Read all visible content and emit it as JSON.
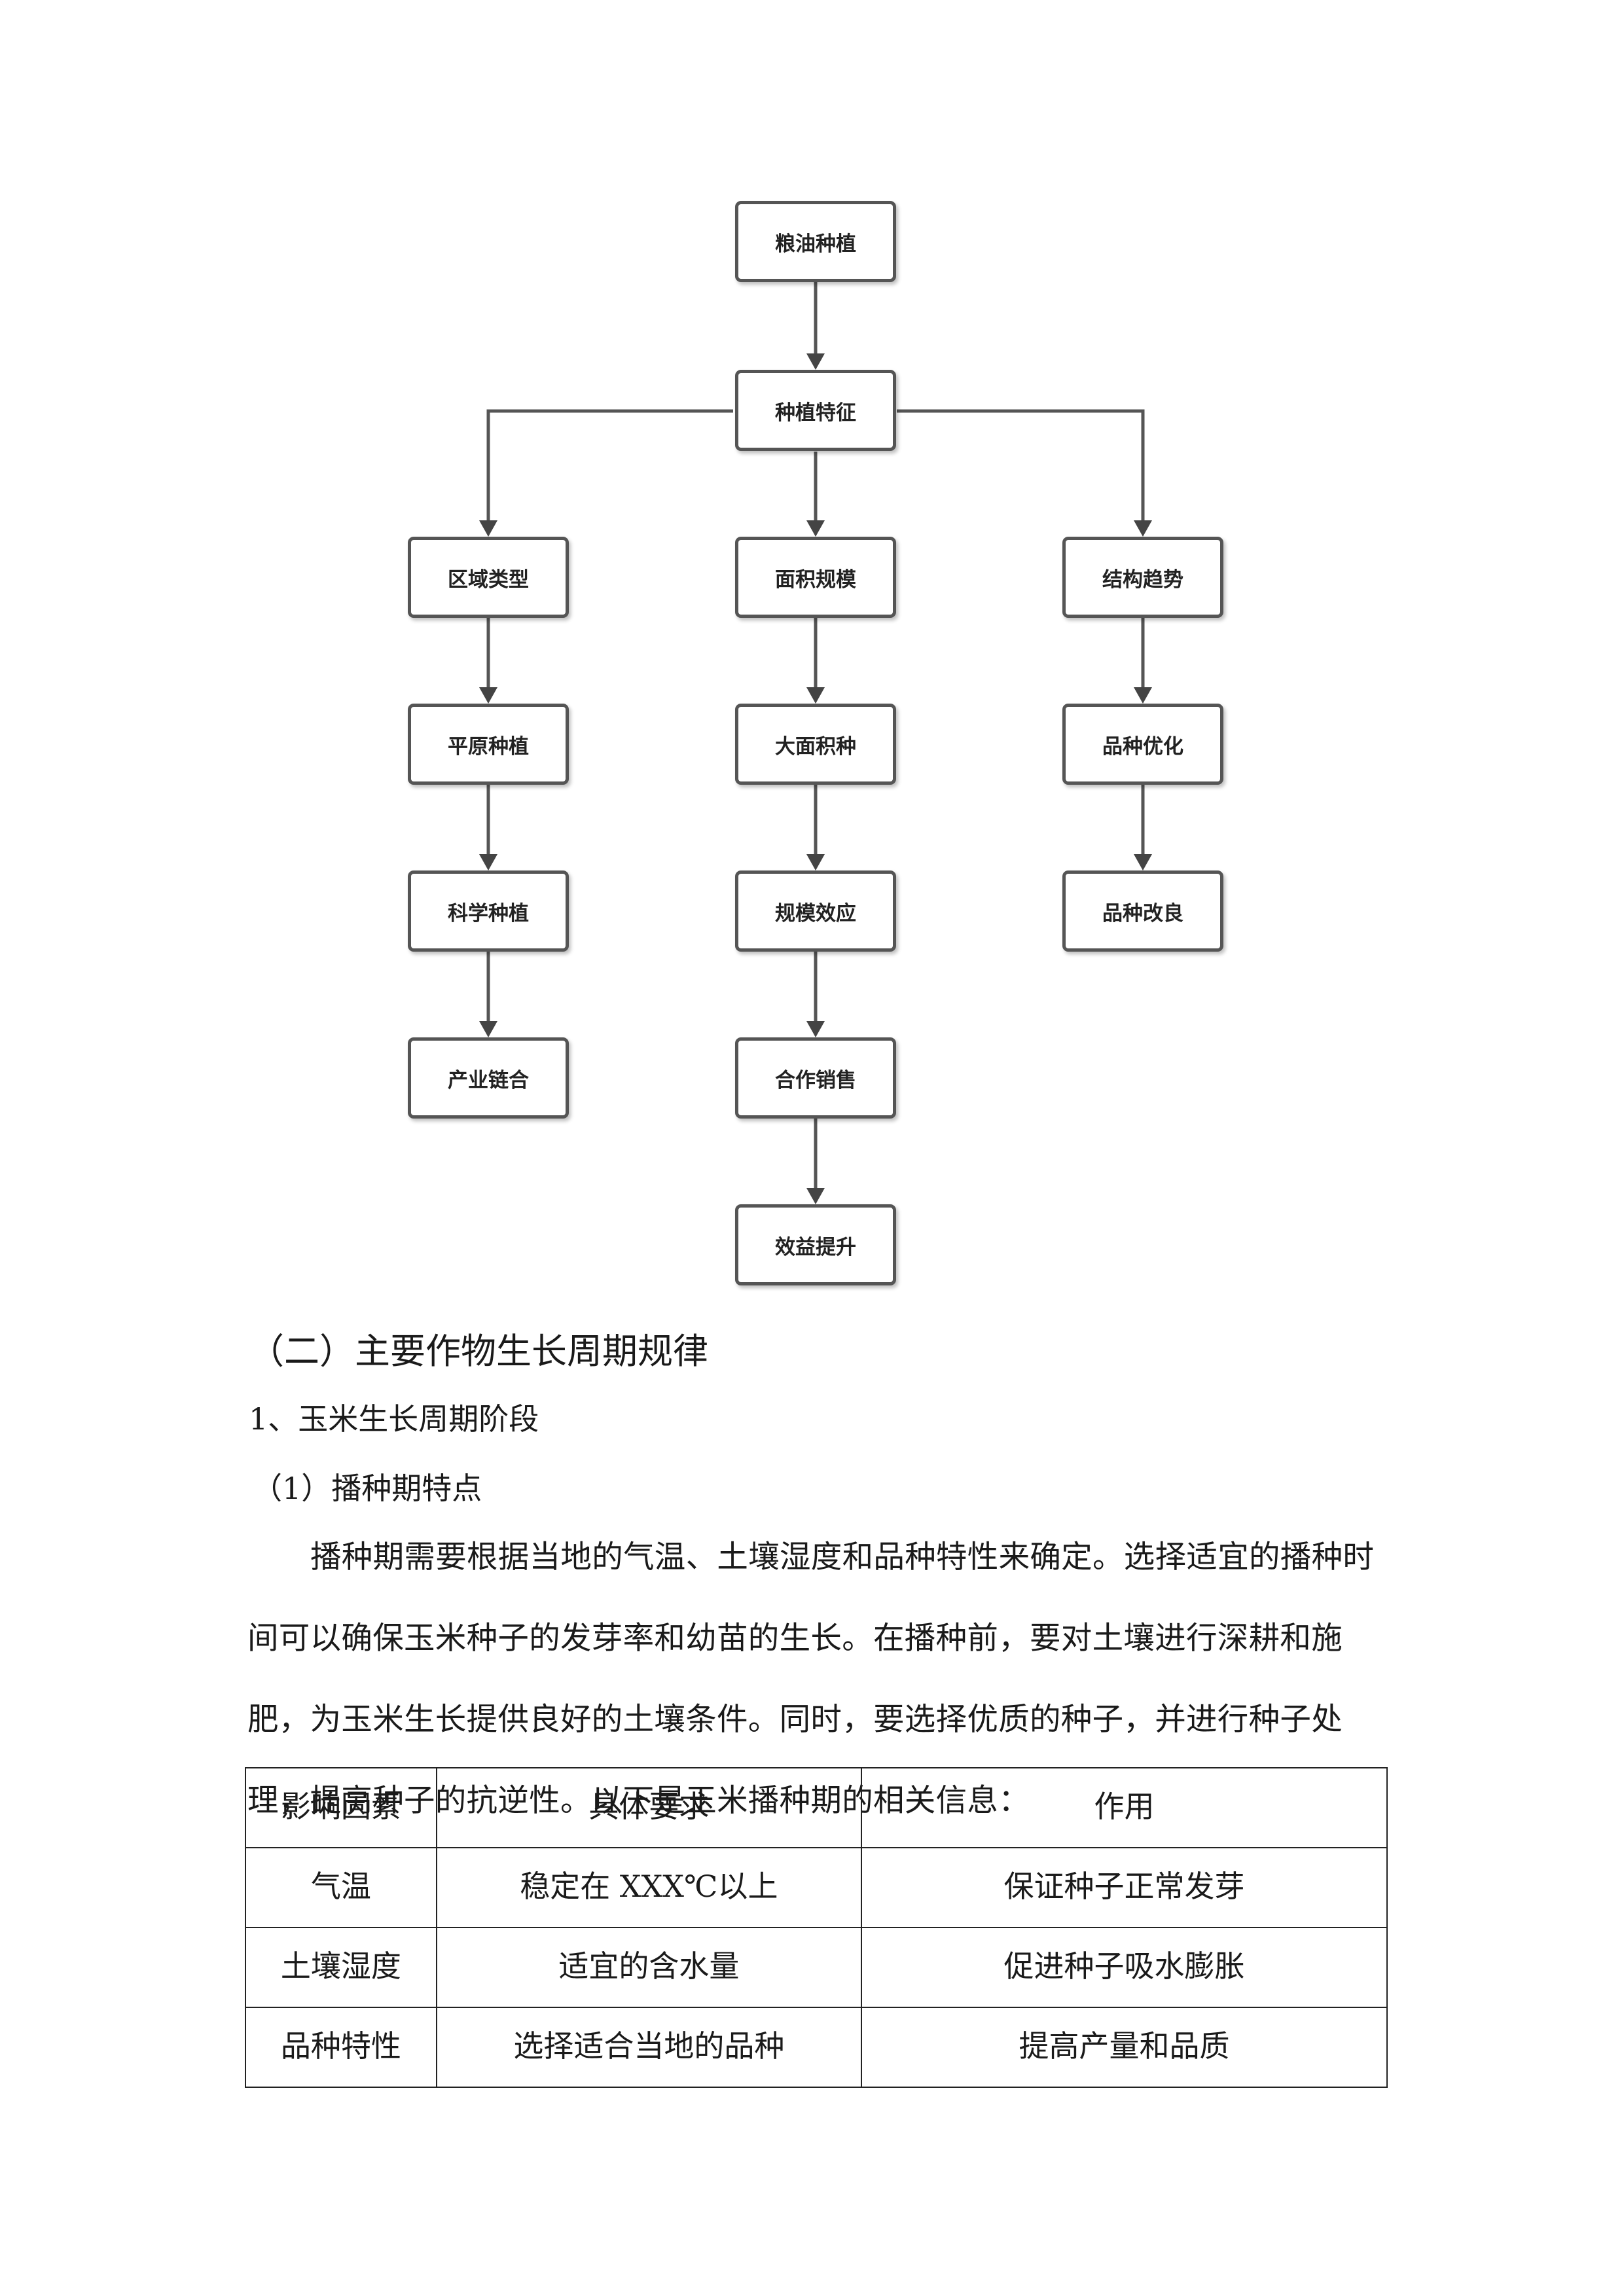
{
  "flowchart": {
    "root": "粮油种植",
    "level1": "种植特征",
    "branches": [
      {
        "head": "区域类型",
        "children": [
          "平原种植",
          "科学种植",
          "产业链合"
        ]
      },
      {
        "head": "面积规模",
        "children": [
          "大面积种",
          "规模效应",
          "合作销售",
          "效益提升"
        ]
      },
      {
        "head": "结构趋势",
        "children": [
          "品种优化",
          "品种改良"
        ]
      }
    ]
  },
  "section": {
    "heading": "（二）主要作物生长周期规律",
    "subheading": "1、玉米生长周期阶段",
    "subsubheading": "（1）播种期特点",
    "paragraph": "播种期需要根据当地的气温、土壤湿度和品种特性来确定。选择适宜的播种时间可以确保玉米种子的发芽率和幼苗的生长。在播种前，要对土壤进行深耕和施肥，为玉米生长提供良好的土壤条件。同时，要选择优质的种子，并进行种子处理，提高种子的抗逆性。以下是玉米播种期的相关信息："
  },
  "table": {
    "headers": [
      "影响因素",
      "具体要求",
      "作用"
    ],
    "rows": [
      [
        "气温",
        "稳定在 XXX℃以上",
        "保证种子正常发芽"
      ],
      [
        "土壤湿度",
        "适宜的含水量",
        "促进种子吸水膨胀"
      ],
      [
        "品种特性",
        "选择适合当地的品种",
        "提高产量和品质"
      ]
    ]
  }
}
